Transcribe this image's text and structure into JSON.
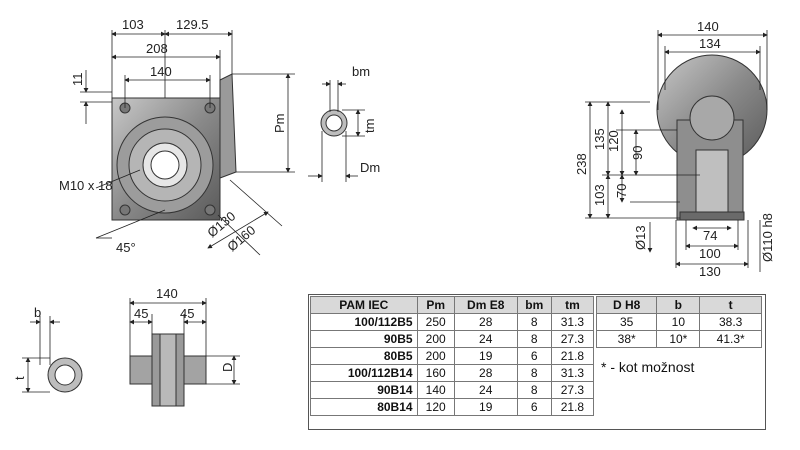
{
  "front_view": {
    "dims": [
      "103",
      "129.5",
      "208",
      "140",
      "11",
      "Pm",
      "M10 x 18",
      "45°",
      "Ø130",
      "Ø160"
    ]
  },
  "shaft_side_view": {
    "dims": [
      "bm",
      "tm",
      "Dm"
    ]
  },
  "right_view": {
    "dims": [
      "140",
      "134",
      "238",
      "135",
      "120",
      "90",
      "103",
      "70",
      "Ø13",
      "74",
      "100",
      "130",
      "Ø110 h8"
    ]
  },
  "output_shaft_view": {
    "dims": [
      "b",
      "t",
      "140",
      "45",
      "45",
      "D"
    ]
  },
  "main_table": {
    "headers": [
      "PAM IEC",
      "Pm",
      "Dm E8",
      "bm",
      "tm"
    ],
    "rows": [
      [
        "100/112B5",
        "250",
        "28",
        "8",
        "31.3"
      ],
      [
        "90B5",
        "200",
        "24",
        "8",
        "27.3"
      ],
      [
        "80B5",
        "200",
        "19",
        "6",
        "21.8"
      ],
      [
        "100/112B14",
        "160",
        "28",
        "8",
        "31.3"
      ],
      [
        "90B14",
        "140",
        "24",
        "8",
        "27.3"
      ],
      [
        "80B14",
        "120",
        "19",
        "6",
        "21.8"
      ]
    ]
  },
  "side_table": {
    "headers": [
      "D H8",
      "b",
      "t"
    ],
    "rows": [
      [
        "35",
        "10",
        "38.3"
      ],
      [
        "38*",
        "10*",
        "41.3*"
      ]
    ]
  },
  "footnote": "* - kot možnost",
  "colors": {
    "line": "#222222",
    "body": "#8a8a8a",
    "header_bg": "#d9d9d9"
  }
}
